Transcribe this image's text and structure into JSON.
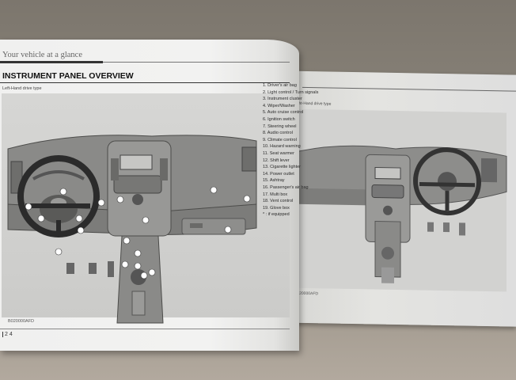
{
  "header": {
    "title": "Your vehicle at a glance"
  },
  "section": {
    "title": "INSTRUMENT PANEL OVERVIEW"
  },
  "left_page": {
    "subtitle": "Left-Hand drive type",
    "code": "B020000AFD",
    "page_number": "2 4",
    "legend": [
      "1. Driver's air bag",
      "2. Light control / Turn signals",
      "3. Instrument cluster",
      "4. Wiper/Washer",
      "5. Auto cruise control",
      "6. Ignition switch",
      "7. Steering wheel",
      "8. Audio control",
      "9. Climate control",
      "10. Hazard warning",
      "11. Seat warmer",
      "12. Shift lever",
      "13. Cigarette lighter",
      "14. Power outlet",
      "15. Ashtray",
      "16. Passenger's air bag",
      "17. Multi box",
      "18. Vent control",
      "19. Glove box",
      "* : if equipped"
    ]
  },
  "right_page": {
    "subtitle": "Right-Hand drive type",
    "code": "B020000AFD"
  }
}
